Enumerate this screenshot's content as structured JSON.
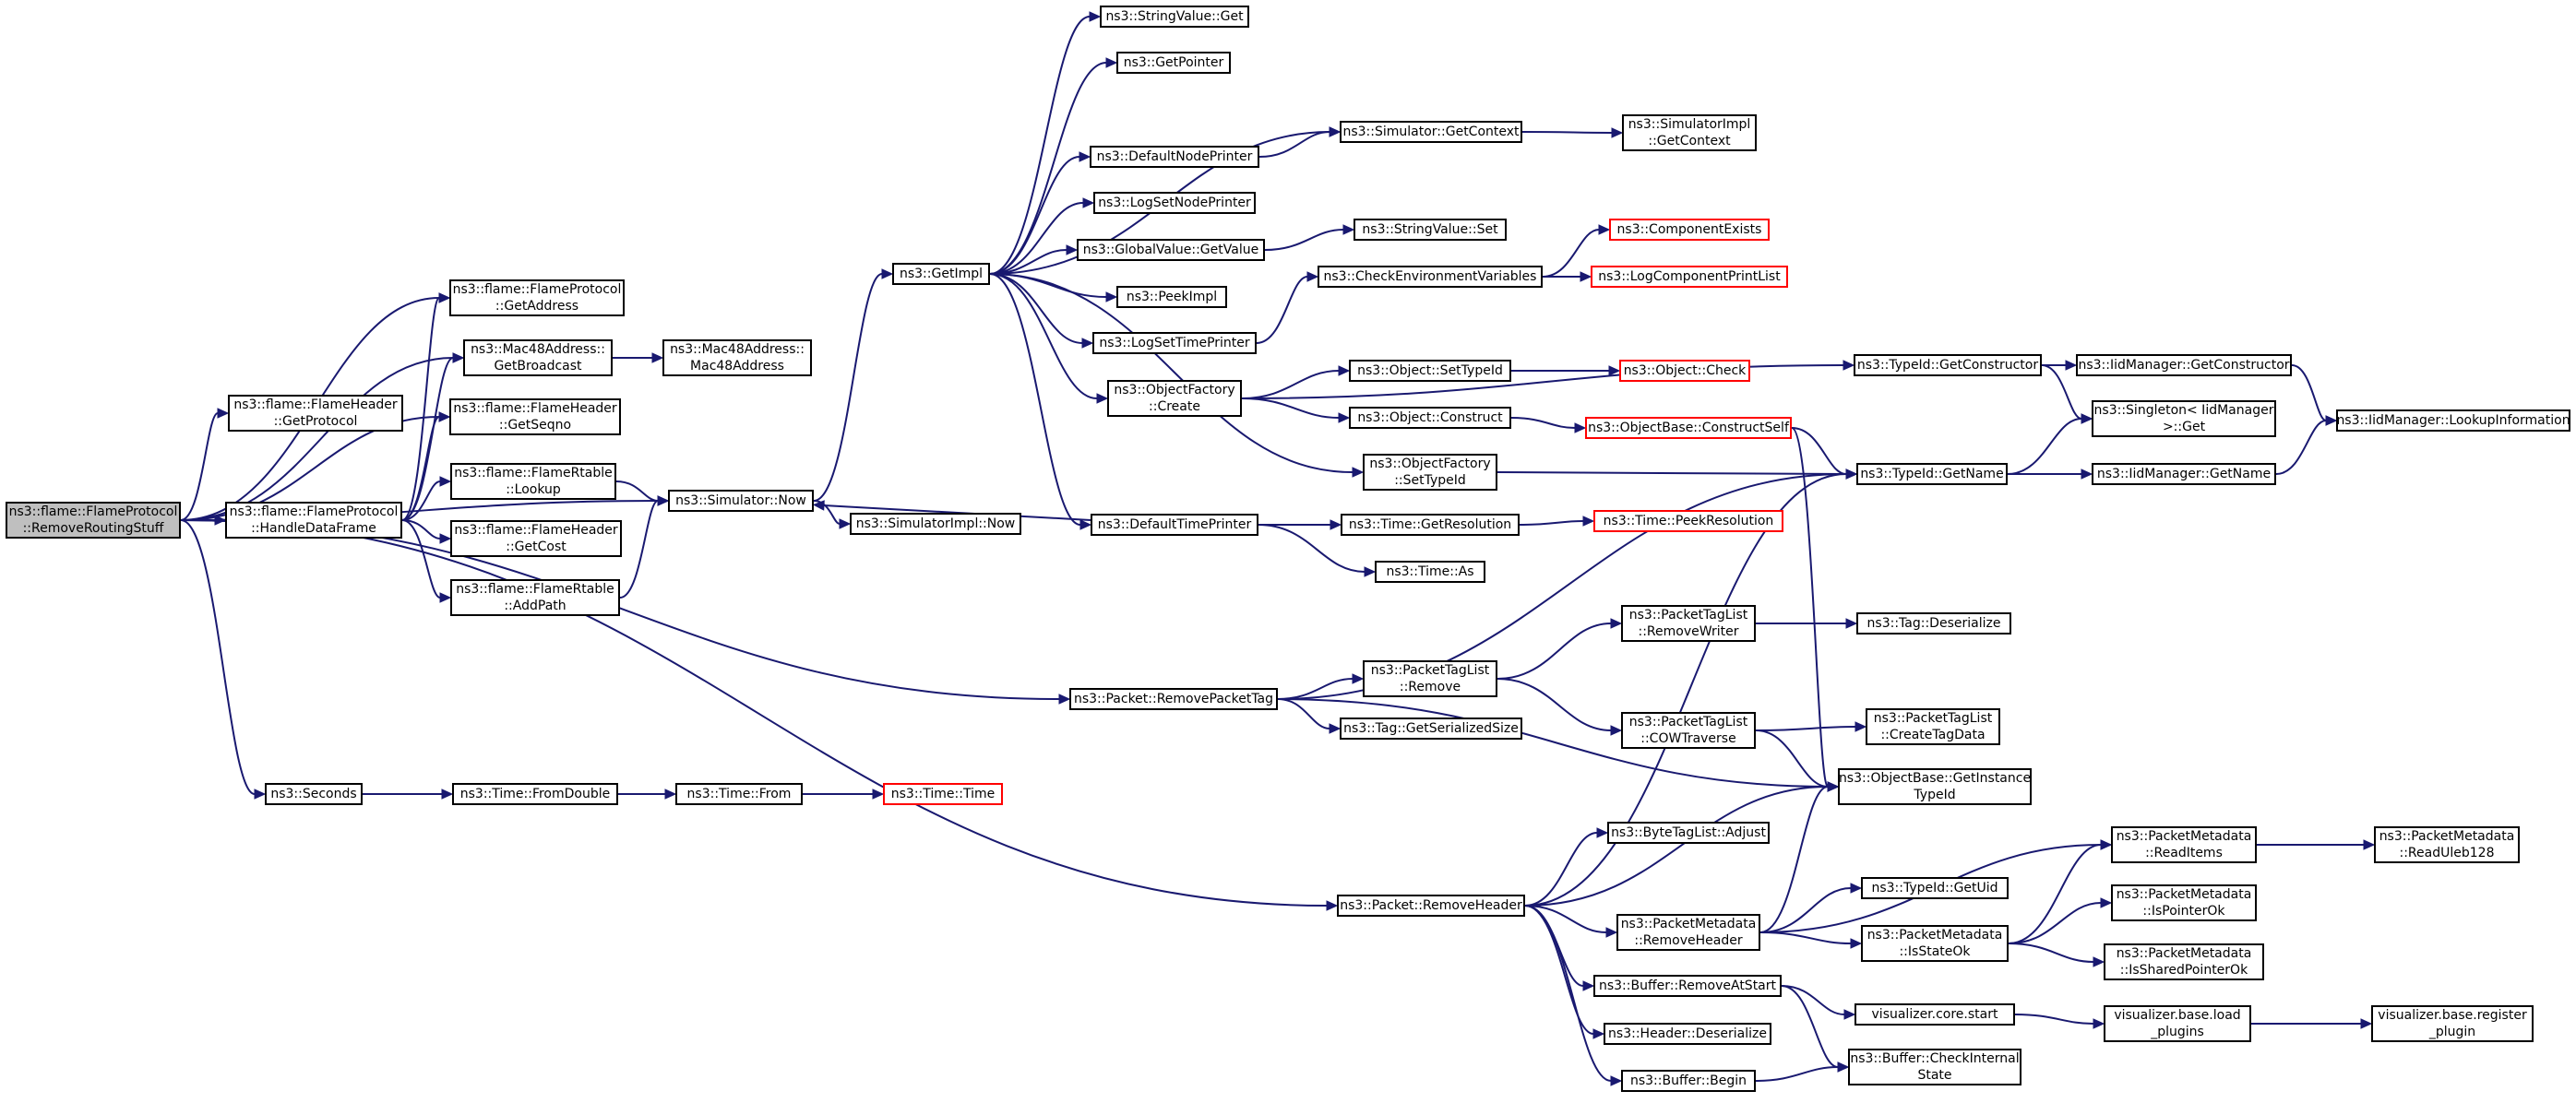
{
  "graph": {
    "edge_color": "#191970",
    "nodes": [
      {
        "id": "root",
        "label": "ns3::flame::FlameProtocol\n::RemoveRoutingStuff",
        "kind": "root"
      },
      {
        "id": "getAddress",
        "label": "ns3::flame::FlameProtocol\n::GetAddress"
      },
      {
        "id": "getBroadcast",
        "label": "ns3::Mac48Address::\nGetBroadcast"
      },
      {
        "id": "mac48",
        "label": "ns3::Mac48Address::\nMac48Address"
      },
      {
        "id": "getProtocol",
        "label": "ns3::flame::FlameHeader\n::GetProtocol"
      },
      {
        "id": "getSeqno",
        "label": "ns3::flame::FlameHeader\n::GetSeqno"
      },
      {
        "id": "handleDataFrame",
        "label": "ns3::flame::FlameProtocol\n::HandleDataFrame"
      },
      {
        "id": "lookup",
        "label": "ns3::flame::FlameRtable\n::Lookup"
      },
      {
        "id": "getCost",
        "label": "ns3::flame::FlameHeader\n::GetCost"
      },
      {
        "id": "addPath",
        "label": "ns3::flame::FlameRtable\n::AddPath"
      },
      {
        "id": "simNow",
        "label": "ns3::Simulator::Now"
      },
      {
        "id": "simImplNow",
        "label": "ns3::SimulatorImpl::Now"
      },
      {
        "id": "getImpl",
        "label": "ns3::GetImpl"
      },
      {
        "id": "stringValueGet",
        "label": "ns3::StringValue::Get"
      },
      {
        "id": "getPointer",
        "label": "ns3::GetPointer"
      },
      {
        "id": "defaultNodePrinter",
        "label": "ns3::DefaultNodePrinter"
      },
      {
        "id": "simGetContext",
        "label": "ns3::Simulator::GetContext"
      },
      {
        "id": "simImplGetContext",
        "label": "ns3::SimulatorImpl\n::GetContext"
      },
      {
        "id": "logSetNodePrinter",
        "label": "ns3::LogSetNodePrinter"
      },
      {
        "id": "stringValueSet",
        "label": "ns3::StringValue::Set"
      },
      {
        "id": "globalValueGetValue",
        "label": "ns3::GlobalValue::GetValue"
      },
      {
        "id": "componentExists",
        "label": "ns3::ComponentExists",
        "kind": "red"
      },
      {
        "id": "checkEnv",
        "label": "ns3::CheckEnvironmentVariables"
      },
      {
        "id": "logComponentPrintList",
        "label": "ns3::LogComponentPrintList",
        "kind": "red"
      },
      {
        "id": "peekImpl",
        "label": "ns3::PeekImpl"
      },
      {
        "id": "logSetTimePrinter",
        "label": "ns3::LogSetTimePrinter"
      },
      {
        "id": "typeIdGetConstructor",
        "label": "ns3::TypeId::GetConstructor"
      },
      {
        "id": "iidGetConstructor",
        "label": "ns3::IidManager::GetConstructor"
      },
      {
        "id": "objectSetTypeId",
        "label": "ns3::Object::SetTypeId"
      },
      {
        "id": "objectCheck",
        "label": "ns3::Object::Check",
        "kind": "red"
      },
      {
        "id": "objectFactoryCreate",
        "label": "ns3::ObjectFactory\n::Create"
      },
      {
        "id": "singletonGet",
        "label": "ns3::Singleton< IidManager\n>::Get"
      },
      {
        "id": "iidLookupInformation",
        "label": "ns3::IidManager::LookupInformation"
      },
      {
        "id": "objectConstruct",
        "label": "ns3::Object::Construct"
      },
      {
        "id": "constructSelf",
        "label": "ns3::ObjectBase::ConstructSelf",
        "kind": "red"
      },
      {
        "id": "objectFactorySetTypeId",
        "label": "ns3::ObjectFactory\n::SetTypeId"
      },
      {
        "id": "typeIdGetName",
        "label": "ns3::TypeId::GetName"
      },
      {
        "id": "iidGetName",
        "label": "ns3::IidManager::GetName"
      },
      {
        "id": "defaultTimePrinter",
        "label": "ns3::DefaultTimePrinter"
      },
      {
        "id": "timeGetResolution",
        "label": "ns3::Time::GetResolution"
      },
      {
        "id": "timePeekResolution",
        "label": "ns3::Time::PeekResolution",
        "kind": "red"
      },
      {
        "id": "timeAs",
        "label": "ns3::Time::As"
      },
      {
        "id": "ptlRemoveWriter",
        "label": "ns3::PacketTagList\n::RemoveWriter"
      },
      {
        "id": "tagDeserialize",
        "label": "ns3::Tag::Deserialize"
      },
      {
        "id": "ptlRemove",
        "label": "ns3::PacketTagList\n::Remove"
      },
      {
        "id": "removePacketTag",
        "label": "ns3::Packet::RemovePacketTag"
      },
      {
        "id": "tagGetSerializedSize",
        "label": "ns3::Tag::GetSerializedSize"
      },
      {
        "id": "ptlCowTraverse",
        "label": "ns3::PacketTagList\n::COWTraverse"
      },
      {
        "id": "ptlCreateTagData",
        "label": "ns3::PacketTagList\n::CreateTagData"
      },
      {
        "id": "seconds",
        "label": "ns3::Seconds"
      },
      {
        "id": "timeFromDouble",
        "label": "ns3::Time::FromDouble"
      },
      {
        "id": "timeFrom",
        "label": "ns3::Time::From"
      },
      {
        "id": "timeTime",
        "label": "ns3::Time::Time",
        "kind": "red"
      },
      {
        "id": "getInstanceTypeId",
        "label": "ns3::ObjectBase::GetInstance\nTypeId"
      },
      {
        "id": "byteTagListAdjust",
        "label": "ns3::ByteTagList::Adjust"
      },
      {
        "id": "pmReadItems",
        "label": "ns3::PacketMetadata\n::ReadItems"
      },
      {
        "id": "pmReadUleb128",
        "label": "ns3::PacketMetadata\n::ReadUleb128"
      },
      {
        "id": "typeIdGetUid",
        "label": "ns3::TypeId::GetUid"
      },
      {
        "id": "packetRemoveHeader",
        "label": "ns3::Packet::RemoveHeader"
      },
      {
        "id": "pmRemoveHeader",
        "label": "ns3::PacketMetadata\n::RemoveHeader"
      },
      {
        "id": "pmIsPointerOk",
        "label": "ns3::PacketMetadata\n::IsPointerOk"
      },
      {
        "id": "pmIsStateOk",
        "label": "ns3::PacketMetadata\n::IsStateOk"
      },
      {
        "id": "pmIsSharedPointerOk",
        "label": "ns3::PacketMetadata\n::IsSharedPointerOk"
      },
      {
        "id": "bufferRemoveAtStart",
        "label": "ns3::Buffer::RemoveAtStart"
      },
      {
        "id": "vizCoreStart",
        "label": "visualizer.core.start"
      },
      {
        "id": "vizBaseLoadPlugins",
        "label": "visualizer.base.load\n_plugins"
      },
      {
        "id": "vizBaseRegisterPlugin",
        "label": "visualizer.base.register\n_plugin"
      },
      {
        "id": "headerDeserialize",
        "label": "ns3::Header::Deserialize"
      },
      {
        "id": "bufferCheckInternalState",
        "label": "ns3::Buffer::CheckInternal\nState"
      },
      {
        "id": "bufferBegin",
        "label": "ns3::Buffer::Begin"
      }
    ],
    "edges": [
      [
        "root",
        "getAddress"
      ],
      [
        "root",
        "getBroadcast"
      ],
      [
        "root",
        "getProtocol"
      ],
      [
        "root",
        "getSeqno"
      ],
      [
        "root",
        "handleDataFrame"
      ],
      [
        "root",
        "simNow"
      ],
      [
        "root",
        "removePacketTag"
      ],
      [
        "root",
        "seconds"
      ],
      [
        "root",
        "packetRemoveHeader"
      ],
      [
        "getBroadcast",
        "mac48"
      ],
      [
        "handleDataFrame",
        "getAddress"
      ],
      [
        "handleDataFrame",
        "getBroadcast"
      ],
      [
        "handleDataFrame",
        "getSeqno"
      ],
      [
        "handleDataFrame",
        "lookup"
      ],
      [
        "handleDataFrame",
        "getCost"
      ],
      [
        "handleDataFrame",
        "addPath"
      ],
      [
        "lookup",
        "simNow"
      ],
      [
        "addPath",
        "simNow"
      ],
      [
        "simNow",
        "getImpl"
      ],
      [
        "simNow",
        "simImplNow"
      ],
      [
        "getImpl",
        "stringValueGet"
      ],
      [
        "getImpl",
        "getPointer"
      ],
      [
        "getImpl",
        "simGetContext"
      ],
      [
        "getImpl",
        "defaultNodePrinter"
      ],
      [
        "getImpl",
        "logSetNodePrinter"
      ],
      [
        "getImpl",
        "globalValueGetValue"
      ],
      [
        "getImpl",
        "peekImpl"
      ],
      [
        "getImpl",
        "logSetTimePrinter"
      ],
      [
        "getImpl",
        "objectFactoryCreate"
      ],
      [
        "getImpl",
        "objectFactorySetTypeId"
      ],
      [
        "getImpl",
        "defaultTimePrinter"
      ],
      [
        "defaultNodePrinter",
        "simGetContext"
      ],
      [
        "simGetContext",
        "simImplGetContext"
      ],
      [
        "globalValueGetValue",
        "stringValueSet"
      ],
      [
        "logSetTimePrinter",
        "checkEnv"
      ],
      [
        "checkEnv",
        "componentExists"
      ],
      [
        "checkEnv",
        "logComponentPrintList"
      ],
      [
        "objectFactoryCreate",
        "typeIdGetConstructor"
      ],
      [
        "objectFactoryCreate",
        "objectSetTypeId"
      ],
      [
        "objectFactoryCreate",
        "objectConstruct"
      ],
      [
        "objectSetTypeId",
        "objectCheck"
      ],
      [
        "objectConstruct",
        "constructSelf"
      ],
      [
        "constructSelf",
        "typeIdGetName"
      ],
      [
        "constructSelf",
        "getInstanceTypeId"
      ],
      [
        "typeIdGetConstructor",
        "iidGetConstructor"
      ],
      [
        "typeIdGetConstructor",
        "singletonGet"
      ],
      [
        "iidGetConstructor",
        "iidLookupInformation"
      ],
      [
        "objectFactorySetTypeId",
        "typeIdGetName"
      ],
      [
        "typeIdGetName",
        "singletonGet"
      ],
      [
        "typeIdGetName",
        "iidGetName"
      ],
      [
        "iidGetName",
        "iidLookupInformation"
      ],
      [
        "defaultTimePrinter",
        "simNow"
      ],
      [
        "defaultTimePrinter",
        "timeGetResolution"
      ],
      [
        "defaultTimePrinter",
        "timeAs"
      ],
      [
        "timeGetResolution",
        "timePeekResolution"
      ],
      [
        "removePacketTag",
        "typeIdGetName"
      ],
      [
        "removePacketTag",
        "ptlRemove"
      ],
      [
        "removePacketTag",
        "tagGetSerializedSize"
      ],
      [
        "removePacketTag",
        "getInstanceTypeId"
      ],
      [
        "ptlRemove",
        "ptlRemoveWriter"
      ],
      [
        "ptlRemove",
        "ptlCowTraverse"
      ],
      [
        "ptlRemoveWriter",
        "tagDeserialize"
      ],
      [
        "ptlCowTraverse",
        "ptlCreateTagData"
      ],
      [
        "ptlCowTraverse",
        "getInstanceTypeId"
      ],
      [
        "seconds",
        "timeFromDouble"
      ],
      [
        "timeFromDouble",
        "timeFrom"
      ],
      [
        "timeFrom",
        "timeTime"
      ],
      [
        "packetRemoveHeader",
        "typeIdGetName"
      ],
      [
        "packetRemoveHeader",
        "getInstanceTypeId"
      ],
      [
        "packetRemoveHeader",
        "byteTagListAdjust"
      ],
      [
        "packetRemoveHeader",
        "pmRemoveHeader"
      ],
      [
        "packetRemoveHeader",
        "bufferRemoveAtStart"
      ],
      [
        "packetRemoveHeader",
        "headerDeserialize"
      ],
      [
        "packetRemoveHeader",
        "bufferBegin"
      ],
      [
        "pmRemoveHeader",
        "pmReadItems"
      ],
      [
        "pmRemoveHeader",
        "getInstanceTypeId"
      ],
      [
        "pmRemoveHeader",
        "typeIdGetUid"
      ],
      [
        "pmRemoveHeader",
        "pmIsStateOk"
      ],
      [
        "pmIsStateOk",
        "pmReadItems"
      ],
      [
        "pmIsStateOk",
        "pmIsPointerOk"
      ],
      [
        "pmIsStateOk",
        "pmIsSharedPointerOk"
      ],
      [
        "pmReadItems",
        "pmReadUleb128"
      ],
      [
        "bufferRemoveAtStart",
        "vizCoreStart"
      ],
      [
        "bufferRemoveAtStart",
        "bufferCheckInternalState"
      ],
      [
        "vizCoreStart",
        "vizBaseLoadPlugins"
      ],
      [
        "vizBaseLoadPlugins",
        "vizBaseRegisterPlugin"
      ],
      [
        "bufferBegin",
        "bufferCheckInternalState"
      ]
    ]
  }
}
